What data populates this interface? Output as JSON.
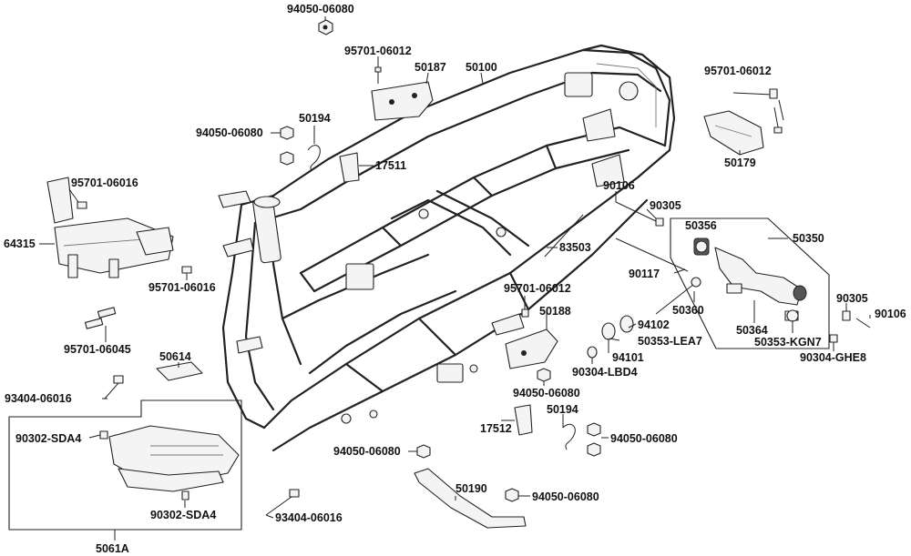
{
  "labels": {
    "l_94050_06080_top": "94050-06080",
    "l_95701_06012_a": "95701-06012",
    "l_50187": "50187",
    "l_50100": "50100",
    "l_95701_06012_b": "95701-06012",
    "l_94050_06080_b": "94050-06080",
    "l_50194_a": "50194",
    "l_17511": "17511",
    "l_50179": "50179",
    "l_95701_06016_a": "95701-06016",
    "l_64315": "64315",
    "l_95701_06016_b": "95701-06016",
    "l_90106_a": "90106",
    "l_90305_a": "90305",
    "l_50356": "50356",
    "l_50350": "50350",
    "l_83503": "83503",
    "l_90117": "90117",
    "l_95701_06012_c": "95701-06012",
    "l_50188": "50188",
    "l_50360": "50360",
    "l_94102": "94102",
    "l_50353_lea7": "50353-LEA7",
    "l_94101": "94101",
    "l_90304_lbd4": "90304-LBD4",
    "l_90305_b": "90305",
    "l_90106_b": "90106",
    "l_50364": "50364",
    "l_50353_kgn7": "50353-KGN7",
    "l_90304_ghe8": "90304-GHE8",
    "l_95701_06045": "95701-06045",
    "l_50614": "50614",
    "l_93404_06016_a": "93404-06016",
    "l_94050_06080_c": "94050-06080",
    "l_50194_b": "50194",
    "l_17512": "17512",
    "l_94050_06080_d": "94050-06080",
    "l_90302_sda4_a": "90302-SDA4",
    "l_94050_06080_e": "94050-06080",
    "l_50190": "50190",
    "l_94050_06080_f": "94050-06080",
    "l_90302_sda4_b": "90302-SDA4",
    "l_93404_06016_b": "93404-06016",
    "l_5061a": "5061A"
  }
}
